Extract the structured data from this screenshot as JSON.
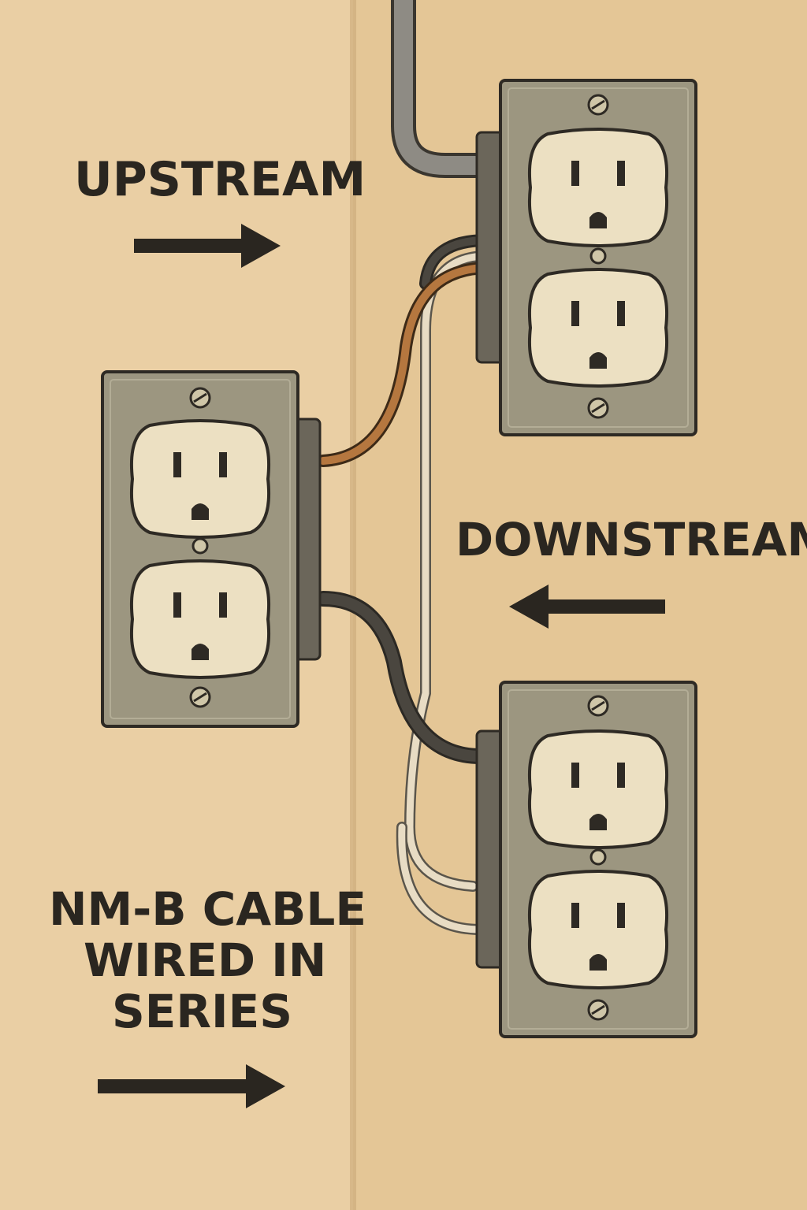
{
  "labels": {
    "upstream": "UPSTREAM",
    "downstream": "DOWNSTREAM",
    "series_line1": "NM-B CABLE",
    "series_line2": "WIRED IN",
    "series_line3": "SERIES"
  },
  "arrows": {
    "upstream": "right",
    "downstream": "left",
    "series": "right"
  },
  "outlets": [
    {
      "name": "left-outlet",
      "receptacles": 2
    },
    {
      "name": "top-right-outlet",
      "receptacles": 2
    },
    {
      "name": "bottom-right-outlet",
      "receptacles": 2
    }
  ],
  "colors": {
    "wall": "#e9cfa3",
    "wall_right": "#e3c597",
    "plate": "#9c9680",
    "receptacle": "#ece0c2",
    "text": "#2a2620",
    "wire_copper": "#b5773f",
    "wire_black": "#4a463f",
    "wire_white": "#e8dcc4",
    "wire_gray": "#8e8b84"
  }
}
